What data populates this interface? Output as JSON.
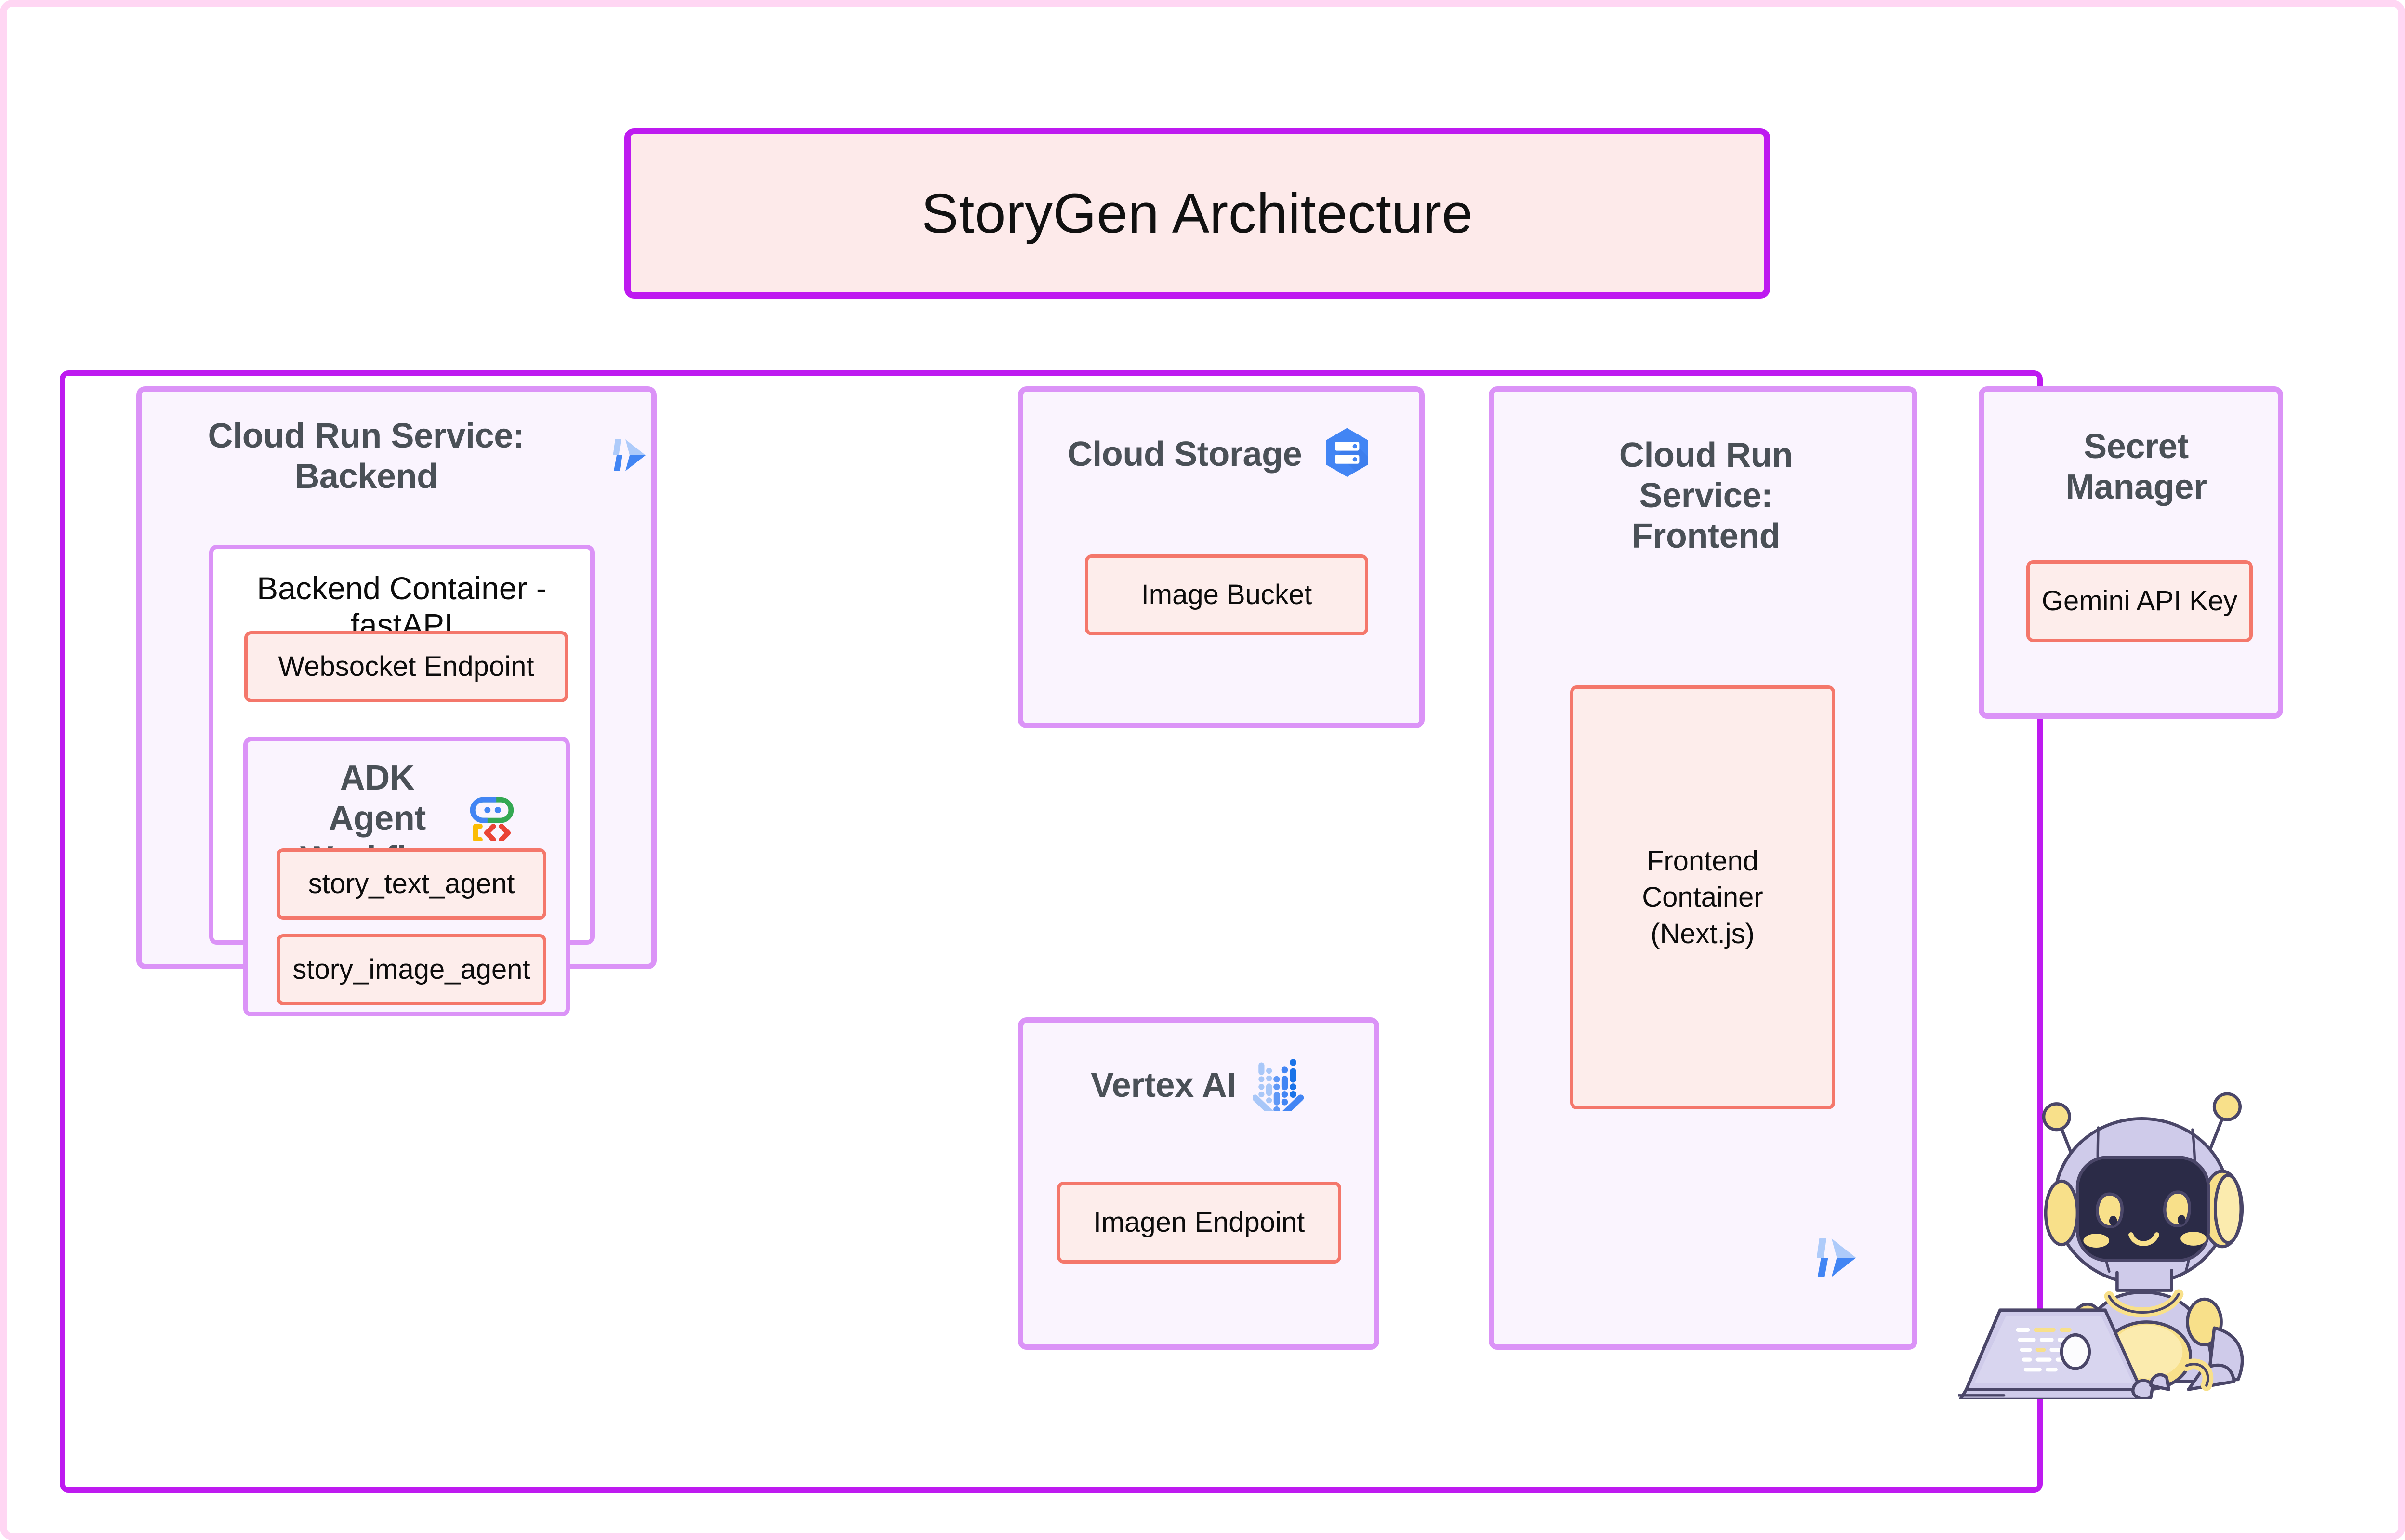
{
  "diagram": {
    "title": "StoryGen Architecture",
    "frame_color": "#FFD6F3",
    "container_color": "#BE1AF0",
    "card_border_color": "#DB93F7",
    "card_fill_color": "#FAF4FE",
    "leaf_border_color": "#F4776B",
    "leaf_fill_color": "#FDEDEB",
    "title_fill_color": "#FDEAEA",
    "heading_text_color": "#4A5057"
  },
  "services": {
    "backend": {
      "title": "Cloud Run Service: Backend",
      "icon": "cloud-run-icon",
      "container": {
        "title": "Backend Container - fastAPI",
        "websocket": "Websocket Endpoint",
        "agent_group": {
          "title": "ADK Agent Workflow",
          "icon": "adk-agent-icon",
          "agents": [
            "story_text_agent",
            "story_image_agent"
          ]
        }
      }
    },
    "storage": {
      "title": "Cloud Storage",
      "icon": "cloud-storage-icon",
      "bucket": "Image Bucket"
    },
    "vertex": {
      "title": "Vertex AI",
      "icon": "vertex-ai-icon",
      "endpoint": "Imagen Endpoint"
    },
    "frontend": {
      "title": "Cloud Run Service: Frontend",
      "icon": "cloud-run-icon",
      "container": "Frontend Container (Next.js)"
    },
    "secrets": {
      "title": "Secret Manager",
      "key": "Gemini API Key"
    }
  },
  "mascot": {
    "name": "robot-with-laptop-illustration",
    "body_color": "#CFCBEA",
    "accent_color": "#F5DE7E",
    "face_color": "#2B2B47"
  }
}
